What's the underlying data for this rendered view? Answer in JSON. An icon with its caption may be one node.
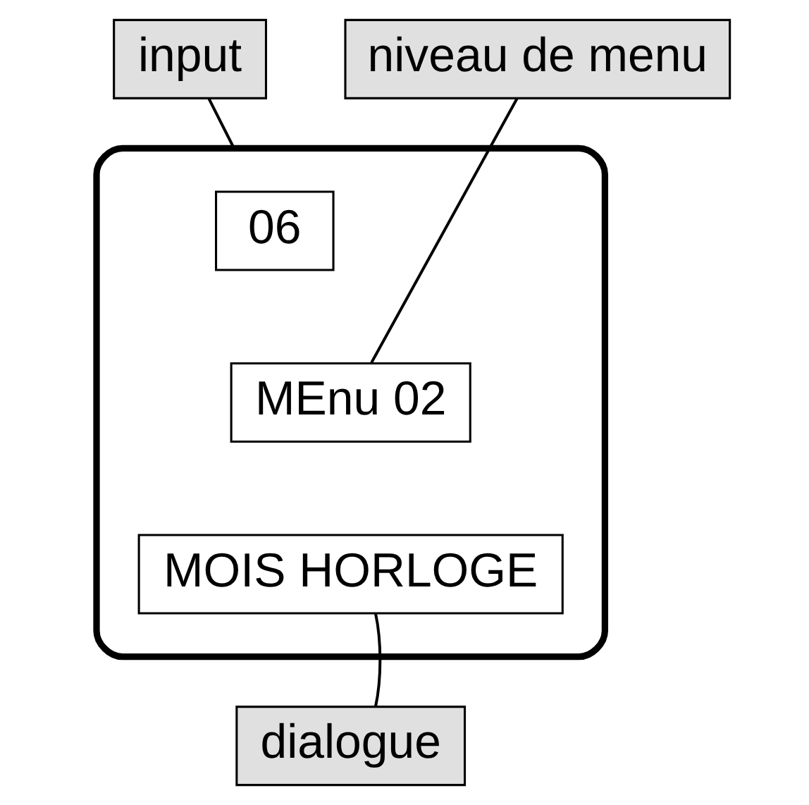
{
  "diagram": {
    "nodes": [
      {
        "text": [
          "input"
        ]
      },
      {
        "text": [
          "niveau de menu"
        ]
      },
      {
        "text": [],
        "shape": "box"
      },
      {
        "text": [
          "06"
        ],
        "in": 2
      },
      {
        "text": [
          "MEnu 02"
        ],
        "in": 2
      },
      {
        "text": [
          "MOIS HORLOGE"
        ],
        "in": 2
      },
      {
        "text": [
          "dialogue"
        ]
      }
    ],
    "edges": [
      {
        "from": 0,
        "to": 2,
        "arrow": "none"
      },
      {
        "from": 1,
        "to": 4,
        "arrow": "none"
      },
      {
        "from": 6,
        "to": 5,
        "arrow": "none"
      }
    ]
  }
}
